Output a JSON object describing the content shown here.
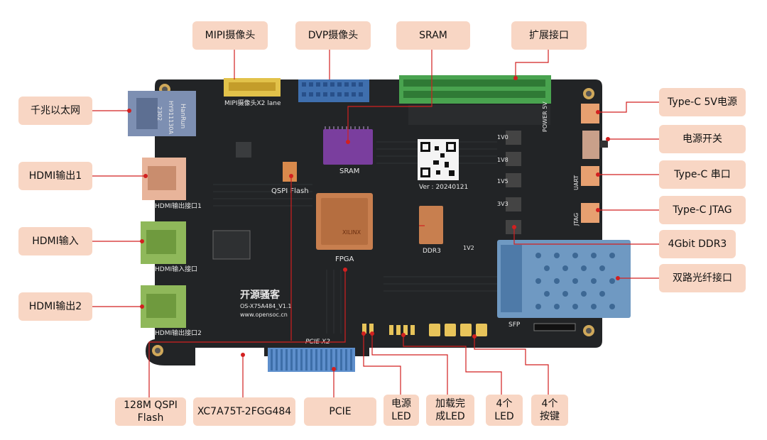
{
  "labels": {
    "mipi_camera": "MIPI摄像头",
    "dvp_camera": "DVP摄像头",
    "sram": "SRAM",
    "expansion_port": "扩展接口",
    "gigabit_ethernet": "千兆以太网",
    "hdmi_out_1": "HDMI输出1",
    "hdmi_in": "HDMI输入",
    "hdmi_out_2": "HDMI输出2",
    "typec_5v_power": "Type-C 5V电源",
    "power_switch": "电源开关",
    "typec_serial": "Type-C 串口",
    "typec_jtag": "Type-C JTAG",
    "ddr3_4gbit": "4Gbit DDR3",
    "dual_sfp": "双路光纤接口",
    "qspi_flash_line1": "128M QSPI",
    "qspi_flash_line2": "Flash",
    "fpga_part": "XC7A75T-2FGG484",
    "pcie": "PCIE",
    "power_led_line1": "电源",
    "power_led_line2": "LED",
    "done_led_line1": "加载完",
    "done_led_line2": "成LED",
    "four_led_line1": "4个",
    "four_led_line2": "LED",
    "four_keys_line1": "4个",
    "four_keys_line2": "按键"
  },
  "board_silkscreen": {
    "sram": "SRAM",
    "qspi_flash": "QSPI Flash",
    "fpga": "FPGA",
    "ddr3": "DDR3",
    "version": "Ver : 20240121",
    "brand": "开源骚客",
    "model": "OS-X75A484_V1.1",
    "website": "www.opensoc.cn",
    "pcie_x2": "PCIE X2",
    "sfp": "SFP",
    "mipi_header": "MIPI摄像头X2 lane",
    "hdmi_out1_silk": "HDMI输出接口1",
    "hdmi_in_silk": "HDMI输入接口",
    "hdmi_out2_silk": "HDMI输出接口2",
    "power_5v": "POWER 5V",
    "uart": "UART",
    "jtag": "JTAG",
    "rj45_brand": "HanRun",
    "rj45_model": "HY911130A",
    "rj45_code": "2302",
    "fpga_logo": "XILINX",
    "rail_1": "1V0",
    "rail_2": "1V8",
    "rail_3": "1V5",
    "rail_4": "3V3",
    "rail_5": "1V2"
  },
  "colors": {
    "label_bg": "#f8d6c4",
    "leader_line": "#d22020",
    "pcb": "#222426",
    "gold": "#c9a24a",
    "sfp_cage": "#6f99c2",
    "green_header": "#49a34f",
    "blue_header": "#3f6fae",
    "sram_chip": "#7a3e9e",
    "fpga_chip": "#c87f4f",
    "hdmi_green": "#8fb85a",
    "usb_orange": "#e7a070"
  }
}
